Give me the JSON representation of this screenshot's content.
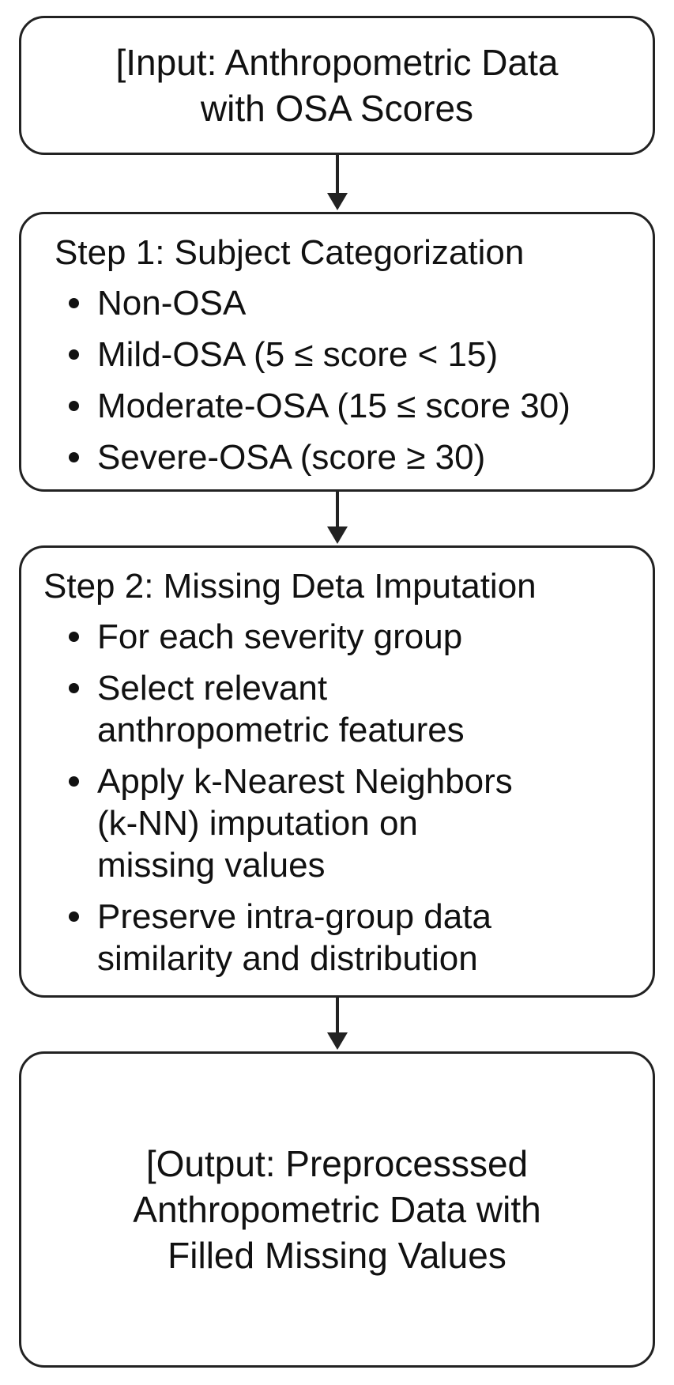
{
  "input_box": {
    "lines": [
      "[Input: Anthropometric Data",
      "with OSA Scores"
    ]
  },
  "step1": {
    "title": "Step 1: Subject Categorization",
    "items": [
      [
        "Non-OSA"
      ],
      [
        "Mild-OSA (5 ≤ score < 15)"
      ],
      [
        "Moderate-OSA (15 ≤ score  30)"
      ],
      [
        "Severe-OSA (score ≥ 30)"
      ]
    ]
  },
  "step2": {
    "title": "Step 2: Missing Deta Imputation",
    "items": [
      [
        "For each severity group"
      ],
      [
        "Select relevant",
        "anthropometric features"
      ],
      [
        "Apply k-Nearest Neighbors",
        "(k-NN) imputation on",
        "missing values"
      ],
      [
        "Preserve intra-group data",
        "similarity and distribution"
      ]
    ]
  },
  "output_box": {
    "lines": [
      "[Output: Preprocesssed",
      "Anthropometric Data  with",
      "Filled Missing Values"
    ]
  },
  "arrow_color": "#222222"
}
